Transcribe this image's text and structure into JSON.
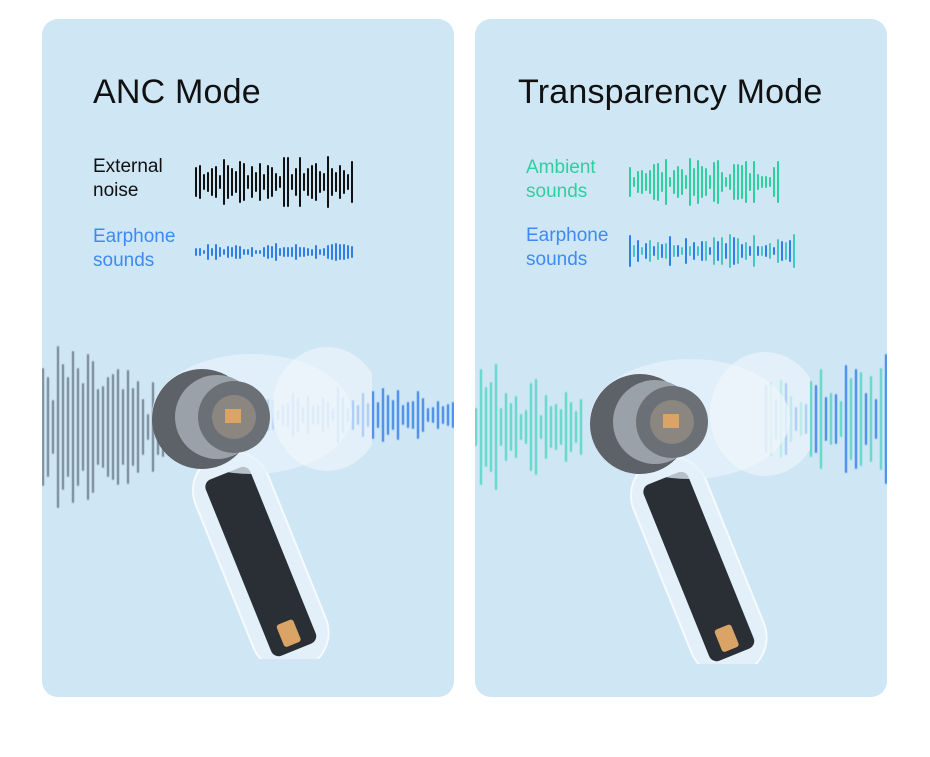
{
  "panels": [
    {
      "title": "ANC Mode",
      "row1": {
        "label": "External noise",
        "color": "#111111"
      },
      "row2": {
        "label": "Earphone sounds",
        "color": "#3d8bf2"
      }
    },
    {
      "title": "Transparency Mode",
      "row1": {
        "label": "Ambient sounds",
        "color": "#2fcf9f"
      },
      "row2": {
        "label": "Earphone sounds",
        "color": "#3d8bf2"
      }
    }
  ],
  "colors": {
    "panel_bg": "#cfe6f5",
    "noise_gray": "#6f7f8c",
    "earphone_blue": "#2f7fe8",
    "ambient_teal": "#4fd6c4"
  }
}
